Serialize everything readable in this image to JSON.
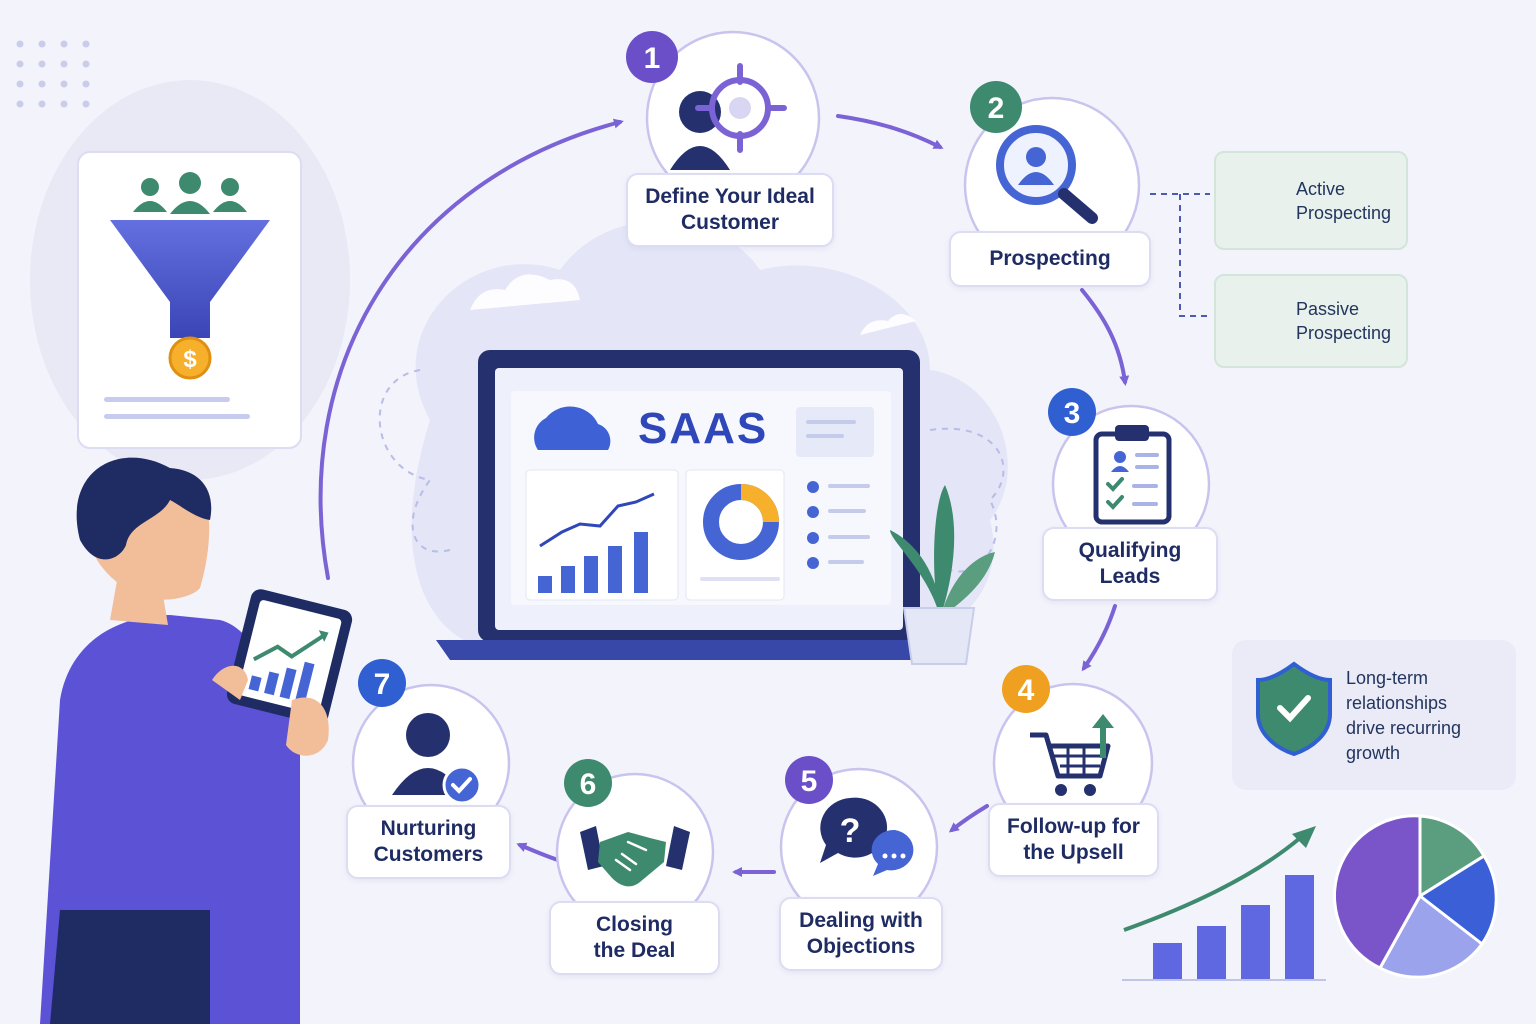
{
  "diagram": {
    "steps": [
      {
        "number": "1",
        "label": "Define Your Ideal Customer",
        "icon": "target-person-icon",
        "badge_color": "#6b4fc9"
      },
      {
        "number": "2",
        "label": "Prospecting",
        "icon": "magnifier-person-icon",
        "badge_color": "#3e8a6e"
      },
      {
        "number": "3",
        "label": "Qualifying Leads",
        "icon": "clipboard-checklist-icon",
        "badge_color": "#2f5fd0"
      },
      {
        "number": "4",
        "label": "Follow-up for the Upsell",
        "icon": "cart-arrow-icon",
        "badge_color": "#f0a020"
      },
      {
        "number": "5",
        "label": "Dealing with Objections",
        "icon": "question-chat-icon",
        "badge_color": "#6b4fc9"
      },
      {
        "number": "6",
        "label": "Closing the Deal",
        "icon": "handshake-icon",
        "badge_color": "#3e8a6e"
      },
      {
        "number": "7",
        "label": "Nurturing Customers",
        "icon": "person-check-icon",
        "badge_color": "#2f5fd0"
      }
    ],
    "prospecting_types": [
      {
        "label_line1": "Active",
        "label_line2": "Prospecting",
        "icon": "phone-icon"
      },
      {
        "label_line1": "Passive",
        "label_line2": "Prospecting",
        "icon": "megaphone-icon"
      }
    ],
    "center": {
      "title": "SAAS",
      "icon": "laptop-dashboard-icon"
    },
    "note": {
      "line1": "Long-term",
      "line2": "relationships",
      "line3": "drive recurring",
      "line4": "growth",
      "icon": "shield-check-icon"
    },
    "colors": {
      "navy": "#1f2c63",
      "purple": "#6b4fc9",
      "blue": "#2f5fd0",
      "green": "#3e8a6e",
      "orange": "#f0a020",
      "background": "#f3f3fb"
    }
  }
}
